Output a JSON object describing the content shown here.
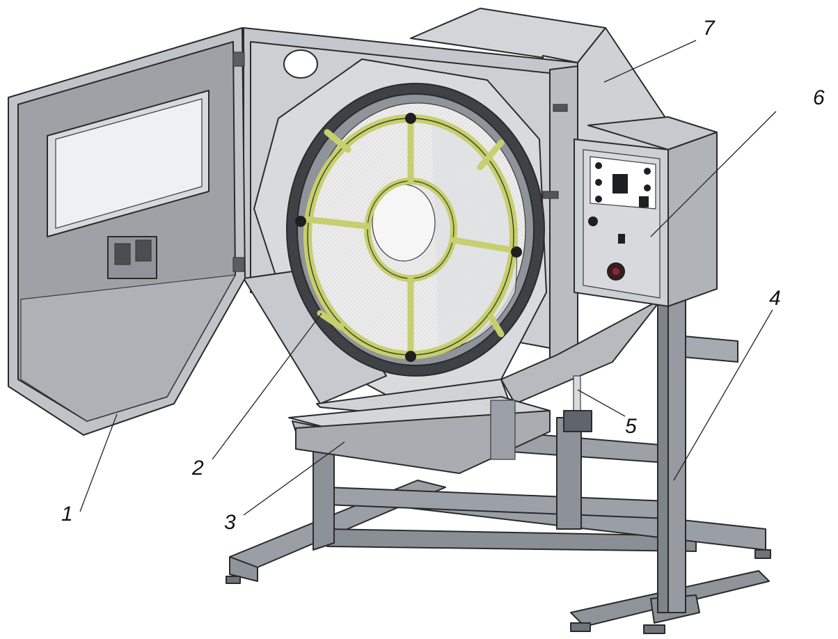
{
  "colors": {
    "frame": "#8f949b",
    "frame_dark": "#5f646b",
    "panel": "#c9ccd0",
    "panel_light": "#dcdee1",
    "panel_dark": "#a8acb1",
    "mesh": "#e8e8e8",
    "ring": "#c7cf6e",
    "window": "#eef0f2",
    "stroke": "#2a2a2a"
  },
  "callouts": [
    {
      "id": "door",
      "label": "1"
    },
    {
      "id": "drum",
      "label": "2"
    },
    {
      "id": "tray",
      "label": "3"
    },
    {
      "id": "frame",
      "label": "4"
    },
    {
      "id": "strut",
      "label": "5"
    },
    {
      "id": "control-box",
      "label": "6"
    },
    {
      "id": "housing",
      "label": "7"
    }
  ]
}
